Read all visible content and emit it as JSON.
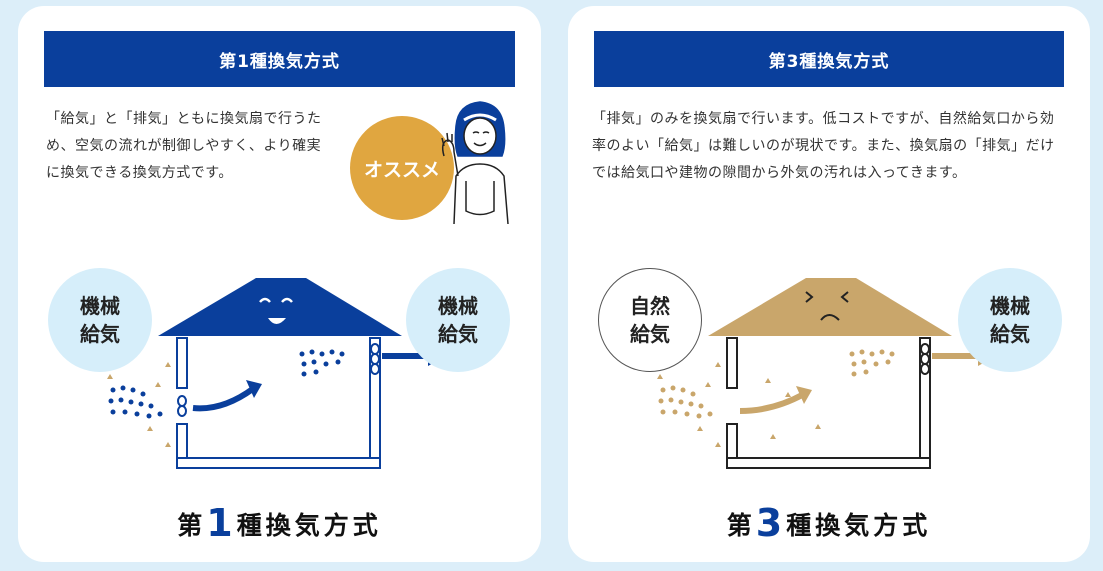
{
  "cards": [
    {
      "header": "第1種換気方式",
      "description": "「給気」と「排気」ともに換気扇で行うため、空気の流れが制御しやすく、より確実に換気できる換気方式です。",
      "badge": "オススメ",
      "intake_label_1": "機械",
      "intake_label_2": "給気",
      "exhaust_label_1": "機械",
      "exhaust_label_2": "給気",
      "title_prefix": "第",
      "title_number": "1",
      "title_suffix": "種換気方式",
      "color": "#0a3f9c"
    },
    {
      "header": "第3種換気方式",
      "description": "「排気」のみを換気扇で行います。低コストですが、自然給気口から効率のよい「給気」は難しいのが現状です。また、換気扇の「排気」だけでは給気口や建物の隙間から外気の汚れは入ってきます。",
      "intake_label_1": "自然",
      "intake_label_2": "給気",
      "exhaust_label_1": "機械",
      "exhaust_label_2": "給気",
      "title_prefix": "第",
      "title_number": "3",
      "title_suffix": "種換気方式",
      "color": "#c9a66b"
    }
  ]
}
